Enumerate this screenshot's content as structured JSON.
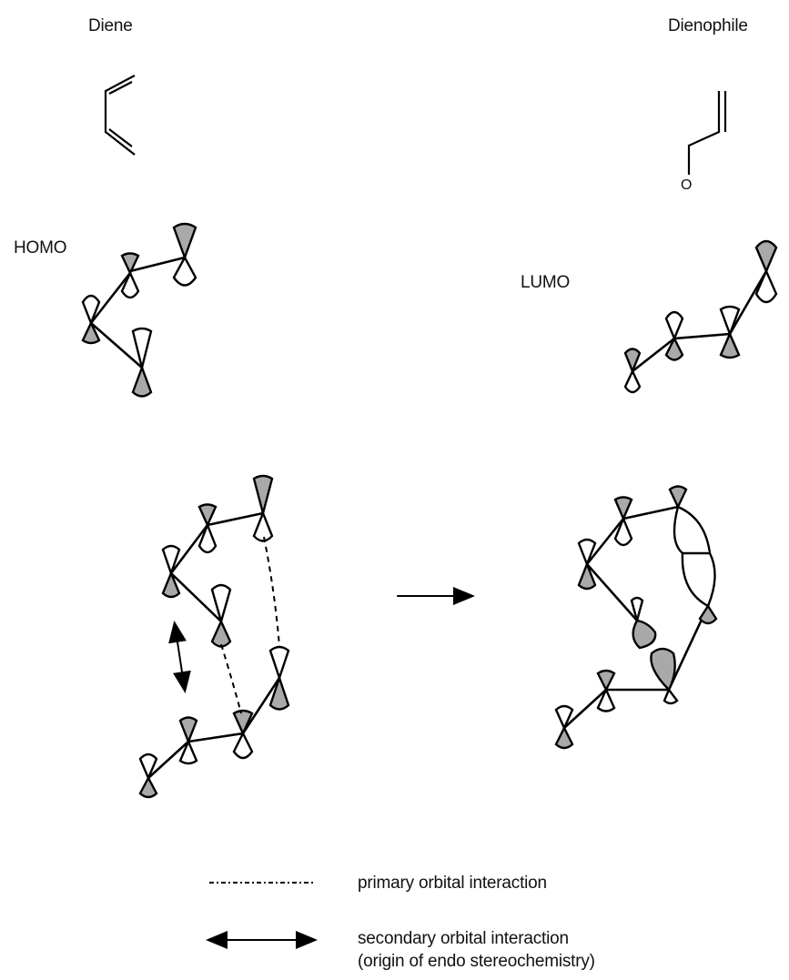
{
  "labels": {
    "diene": "Diene",
    "dienophile": "Dienophile",
    "homo": "HOMO",
    "lumo": "LUMO",
    "oxygen": "O"
  },
  "legend": {
    "primary": "primary orbital interaction",
    "secondary_line1": "secondary orbital interaction",
    "secondary_line2": "(origin of endo stereochemistry)"
  },
  "colors": {
    "shaded_lobe": "#a9a9a9",
    "empty_lobe": "#ffffff",
    "line": "#000000"
  }
}
